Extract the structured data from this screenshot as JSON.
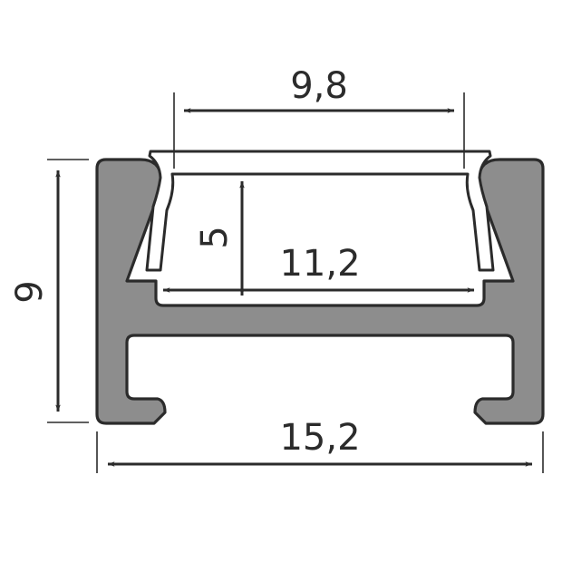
{
  "drawing": {
    "dimensions": {
      "top_width": "9,8",
      "inner_width": "11,2",
      "inner_height": "5",
      "total_height": "9",
      "total_width": "15,2"
    },
    "colors": {
      "profile_fill": "#8d8d8d",
      "outline": "#2b2b2b",
      "diffuser_fill": "#ffffff"
    }
  }
}
